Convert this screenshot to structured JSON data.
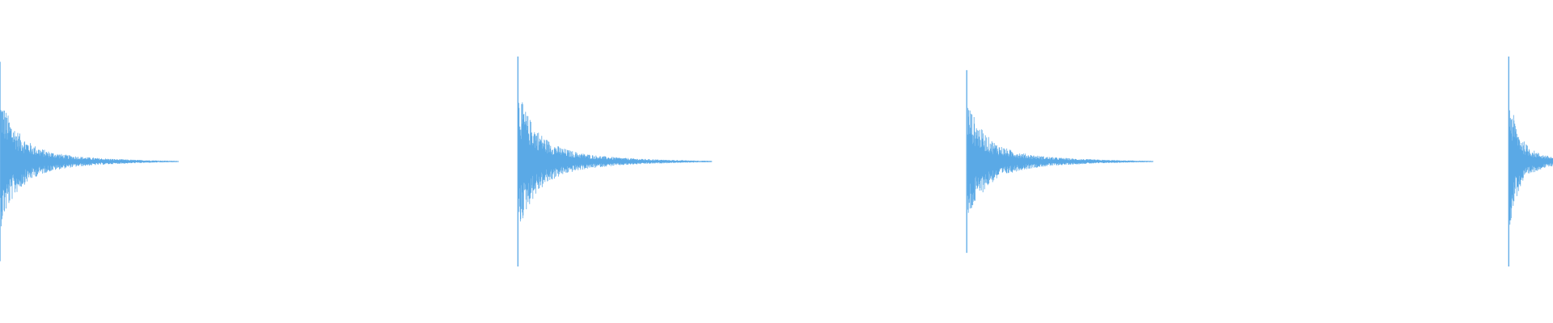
{
  "waveform": {
    "color": "#5aa9e6",
    "background": "#ffffff",
    "transients": [
      {
        "onset_fraction": 0.0,
        "peak_amplitude": 0.95,
        "decay_fraction": 0.115
      },
      {
        "onset_fraction": 0.3335,
        "peak_amplitude": 1.0,
        "decay_fraction": 0.125
      },
      {
        "onset_fraction": 0.6225,
        "peak_amplitude": 0.87,
        "decay_fraction": 0.12
      },
      {
        "onset_fraction": 0.9715,
        "peak_amplitude": 1.0,
        "decay_fraction": 0.06
      }
    ]
  }
}
